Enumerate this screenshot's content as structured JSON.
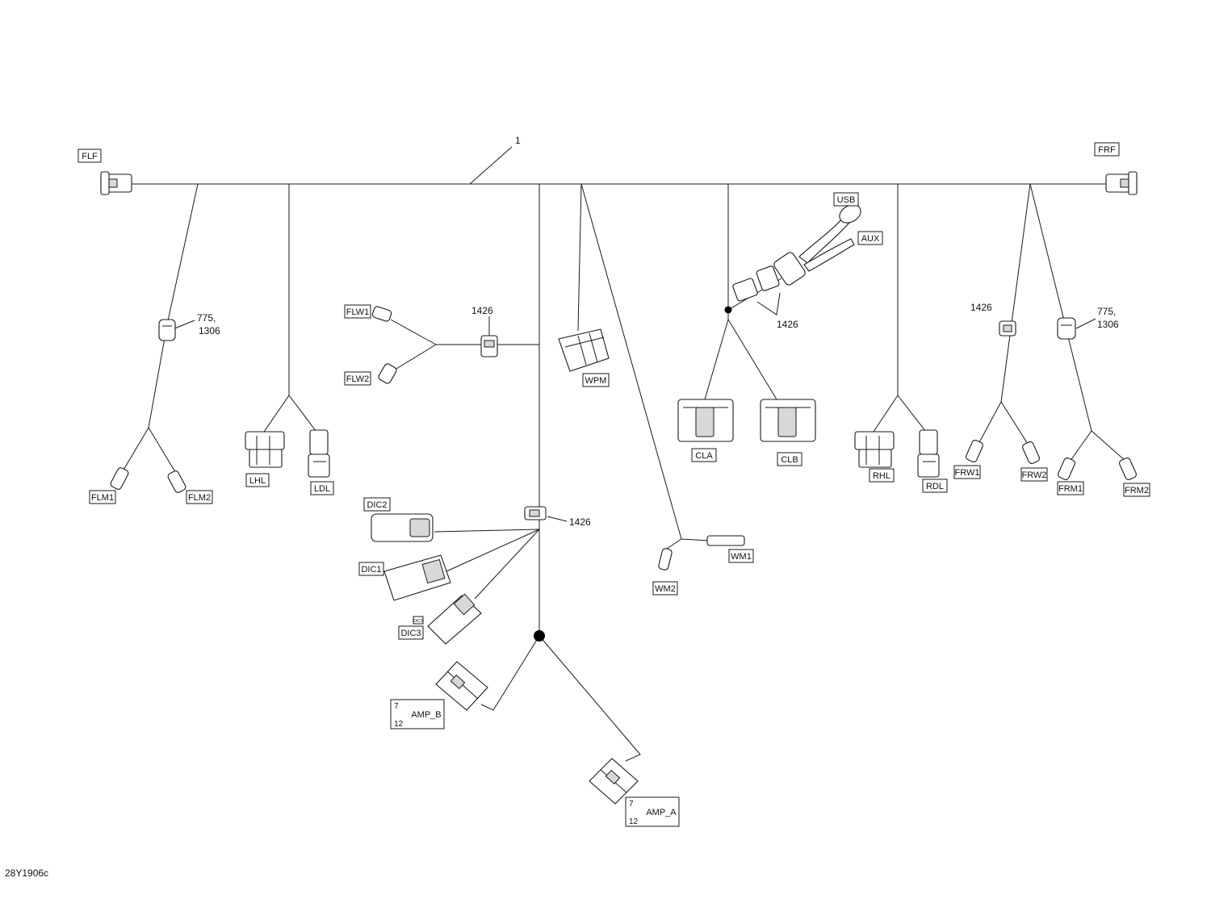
{
  "diagram": {
    "reference": "28Y1906c",
    "callouts": {
      "harness": "1",
      "left_branch": "775,",
      "left_branch_2": "1306",
      "right_branch": "775,",
      "right_branch_2": "1306",
      "flw_clip": "1426",
      "dic_clip": "1426",
      "usb_clip": "1426",
      "frw_clip": "1426"
    },
    "connectors": {
      "flf": "FLF",
      "frf": "FRF",
      "flm1": "FLM1",
      "flm2": "FLM2",
      "lhl": "LHL",
      "ldl": "LDL",
      "flw1": "FLW1",
      "flw2": "FLW2",
      "wpm": "WPM",
      "dic2": "DIC2",
      "dic1": "DIC1",
      "dic3": "DIC3",
      "dic3_tag": "DIC3",
      "wm1": "WM1",
      "wm2": "WM2",
      "usb": "USB",
      "aux": "AUX",
      "cla": "CLA",
      "clb": "CLB",
      "rhl": "RHL",
      "rdl": "RDL",
      "frw1": "FRW1",
      "frw2": "FRW2",
      "frm1": "FRM1",
      "frm2": "FRM2"
    },
    "amp_b": {
      "name": "AMP_B",
      "pin_top": "7",
      "pin_bottom": "12"
    },
    "amp_a": {
      "name": "AMP_A",
      "pin_top": "7",
      "pin_bottom": "12"
    }
  }
}
